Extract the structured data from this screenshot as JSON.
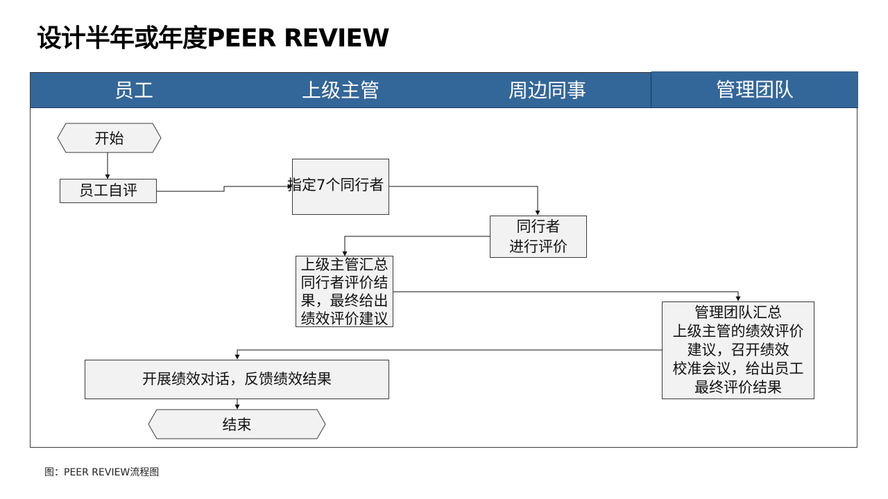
{
  "title": "设计半年或年度PEER  REVIEW",
  "lanes": [
    "员工",
    "上级主管",
    "周边同事",
    "管理团队"
  ],
  "nodes": {
    "start": "开始",
    "self_review": "员工自评",
    "assign_peers": "指定7个同行者",
    "peer_review": "同行者\n进行评价",
    "manager_summary": "上级主管汇总\n同行者评价结\n果，最终给出\n绩效评价建议",
    "team_summary": "管理团队汇总\n上级主管的绩效评价\n建议，召开绩效\n校准会议，给出员工\n最终评价结果",
    "feedback": "开展绩效对话，反馈绩效结果",
    "end": "结束"
  },
  "caption": "图：PEER REVIEW流程图"
}
